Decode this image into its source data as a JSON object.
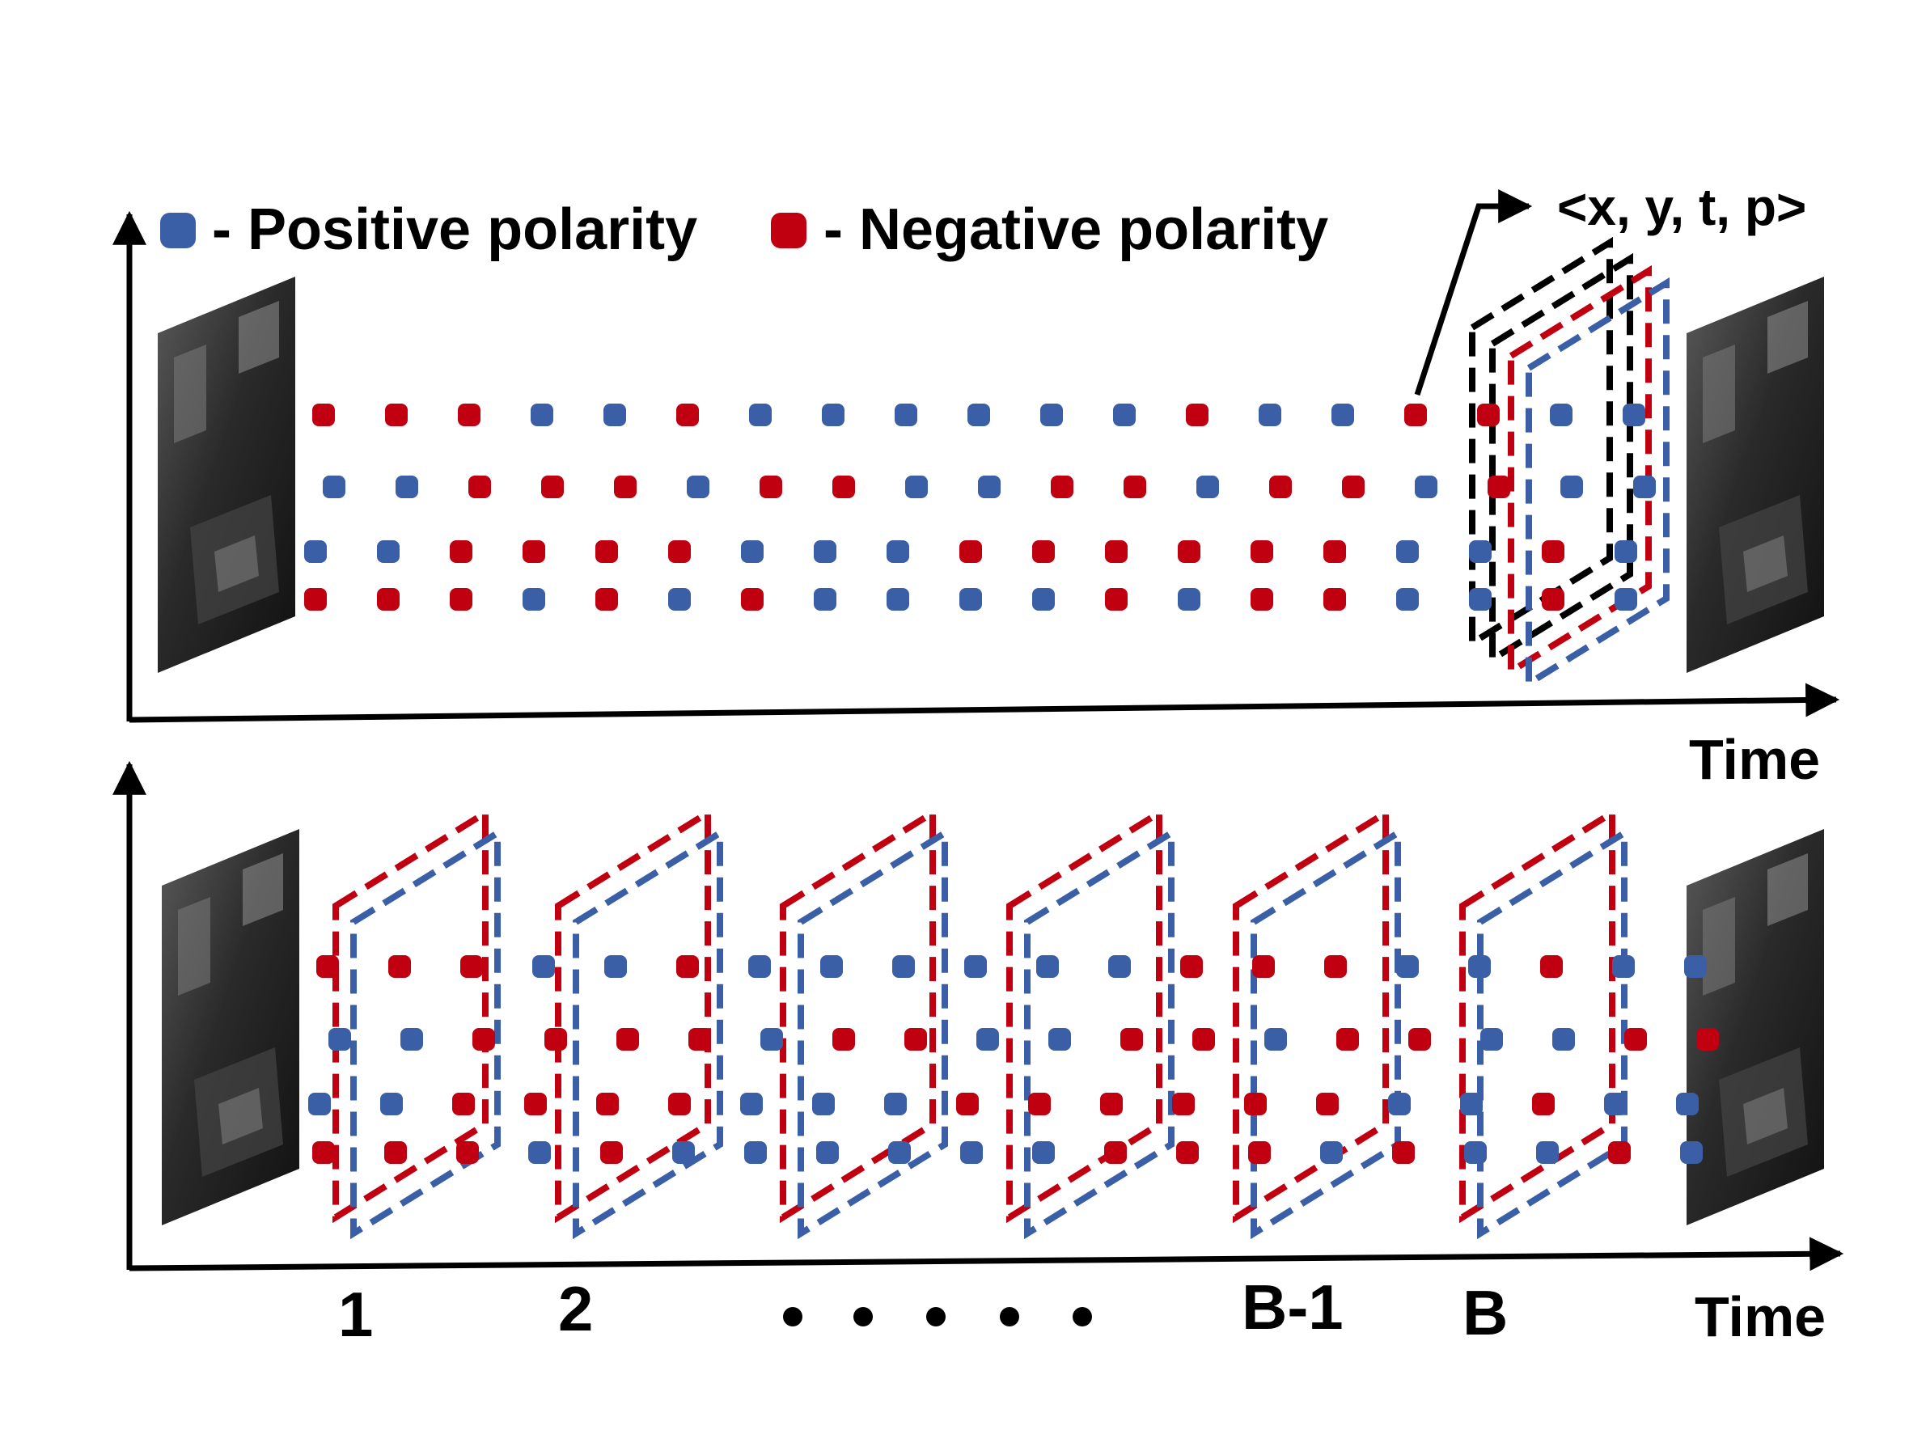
{
  "legend": {
    "positive_label": "- Positive polarity",
    "negative_label": "- Negative polarity"
  },
  "event_tuple": "<x, y, t, p>",
  "axes": {
    "top_time_label": "Time",
    "bottom_time_label": "Time"
  },
  "bins": {
    "first": "1",
    "second": "2",
    "second_last": "B-1",
    "last": "B"
  },
  "colors": {
    "positive": "#3b5fa6",
    "negative": "#c00010",
    "axis": "#000000"
  }
}
